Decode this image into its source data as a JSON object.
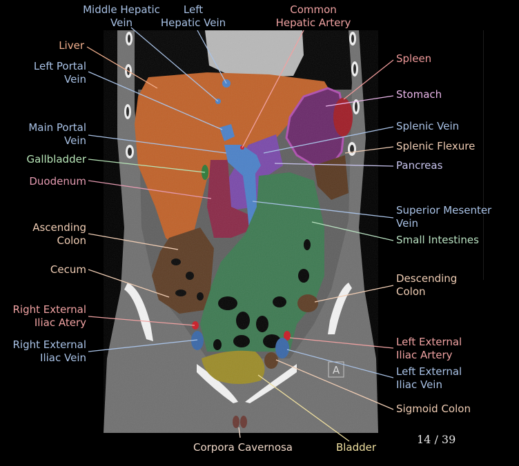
{
  "title": "Coronal CT Abdomen & Pelvis – Labeled Anatomy",
  "orientation_marker": "A",
  "slice_counter": {
    "current": 14,
    "total": 39,
    "text": "14 / 39"
  },
  "colors": {
    "vein": "#a9c2e6",
    "artery": "#f0a2a2",
    "liver": "#f2b08e",
    "spleen": "#f09a9a",
    "stomach": "#eab6ea",
    "pancreas": "#c8c4ee",
    "gallbladder": "#b8e6b8",
    "duodenum": "#e49ab0",
    "colon": "#f0cdb4",
    "small_intestine": "#b8e0c0",
    "bladder": "#f0e0a0",
    "corpora": "#f0d8c8"
  },
  "labels": [
    {
      "id": "middle-hepatic-vein",
      "lines": [
        "Middle Hepatic",
        "Vein"
      ],
      "color_key": "vein",
      "side": "top"
    },
    {
      "id": "left-hepatic-vein",
      "lines": [
        "Left",
        "Hepatic Vein"
      ],
      "color_key": "vein",
      "side": "top"
    },
    {
      "id": "common-hepatic-artery",
      "lines": [
        "Common",
        "Hepatic Artery"
      ],
      "color_key": "artery",
      "side": "top"
    },
    {
      "id": "liver",
      "lines": [
        "Liver"
      ],
      "color_key": "liver",
      "side": "left"
    },
    {
      "id": "left-portal-vein",
      "lines": [
        "Left Portal",
        "Vein"
      ],
      "color_key": "vein",
      "side": "left"
    },
    {
      "id": "main-portal-vein",
      "lines": [
        "Main Portal",
        "Vein"
      ],
      "color_key": "vein",
      "side": "left"
    },
    {
      "id": "gallbladder",
      "lines": [
        "Gallbladder"
      ],
      "color_key": "gallbladder",
      "side": "left"
    },
    {
      "id": "duodenum",
      "lines": [
        "Duodenum"
      ],
      "color_key": "duodenum",
      "side": "left"
    },
    {
      "id": "ascending-colon",
      "lines": [
        "Ascending",
        "Colon"
      ],
      "color_key": "colon",
      "side": "left"
    },
    {
      "id": "cecum",
      "lines": [
        "Cecum"
      ],
      "color_key": "colon",
      "side": "left"
    },
    {
      "id": "right-external-iliac-artery",
      "lines": [
        "Right External",
        "Iliac Atery"
      ],
      "color_key": "artery",
      "side": "left"
    },
    {
      "id": "right-external-iliac-vein",
      "lines": [
        "Right External",
        "Iliac Vein"
      ],
      "color_key": "vein",
      "side": "left"
    },
    {
      "id": "spleen",
      "lines": [
        "Spleen"
      ],
      "color_key": "spleen",
      "side": "right"
    },
    {
      "id": "stomach",
      "lines": [
        "Stomach"
      ],
      "color_key": "stomach",
      "side": "right"
    },
    {
      "id": "splenic-vein",
      "lines": [
        "Splenic Vein"
      ],
      "color_key": "vein",
      "side": "right"
    },
    {
      "id": "splenic-flexure",
      "lines": [
        "Splenic Flexure"
      ],
      "color_key": "colon",
      "side": "right"
    },
    {
      "id": "pancreas",
      "lines": [
        "Pancreas"
      ],
      "color_key": "pancreas",
      "side": "right"
    },
    {
      "id": "superior-mesenteric-vein",
      "lines": [
        "Superior Mesenter",
        "Vein"
      ],
      "color_key": "vein",
      "side": "right"
    },
    {
      "id": "small-intestines",
      "lines": [
        "Small Intestines"
      ],
      "color_key": "small_intestine",
      "side": "right"
    },
    {
      "id": "descending-colon",
      "lines": [
        "Descending",
        "Colon"
      ],
      "color_key": "colon",
      "side": "right"
    },
    {
      "id": "left-external-iliac-artery",
      "lines": [
        "Left External",
        "Iliac Artery"
      ],
      "color_key": "artery",
      "side": "right"
    },
    {
      "id": "left-external-iliac-vein",
      "lines": [
        "Left External",
        "Iliac Vein"
      ],
      "color_key": "vein",
      "side": "right"
    },
    {
      "id": "sigmoid-colon",
      "lines": [
        "Sigmoid Colon"
      ],
      "color_key": "colon",
      "side": "right"
    },
    {
      "id": "corpora-cavernosa",
      "lines": [
        "Corpora Cavernosa"
      ],
      "color_key": "corpora",
      "side": "bottom"
    },
    {
      "id": "bladder",
      "lines": [
        "Bladder"
      ],
      "color_key": "bladder",
      "side": "bottom"
    }
  ]
}
